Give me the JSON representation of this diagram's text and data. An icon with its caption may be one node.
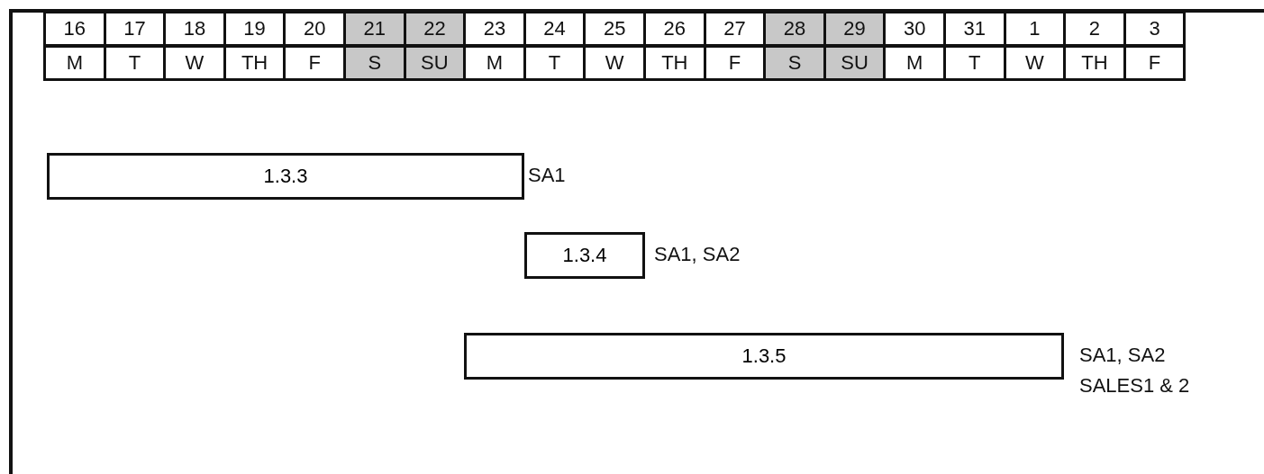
{
  "diagram": {
    "nodes": [
      {
        "text": [
          "1.3.3"
        ],
        "beside": [
          "SA1"
        ]
      },
      {
        "text": [
          "1.3.4"
        ],
        "beside": [
          "SA1, SA2"
        ]
      },
      {
        "text": [
          "1.3.5"
        ],
        "beside": [
          "SA1, SA2 SALES1 & 2"
        ]
      }
    ],
    "labels": [
      "16",
      "17",
      "18",
      "19",
      "20",
      "21",
      "22",
      "23",
      "24",
      "25",
      "26",
      "27",
      "28",
      "29",
      "30",
      "31",
      "1",
      "2",
      "3",
      "M",
      "T",
      "W",
      "TH",
      "F",
      "S",
      "SU",
      "M",
      "T",
      "W",
      "TH",
      "F",
      "S",
      "SU",
      "M",
      "T",
      "W",
      "TH",
      "F"
    ]
  }
}
